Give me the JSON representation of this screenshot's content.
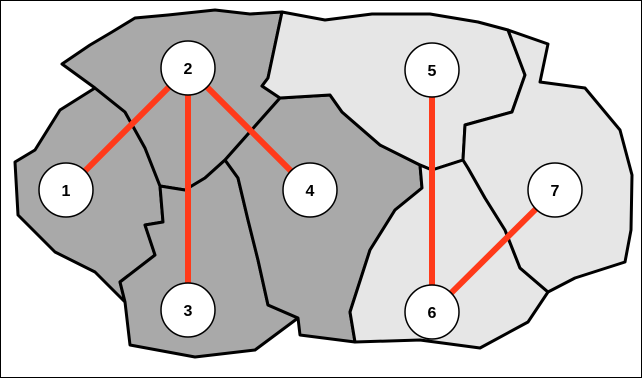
{
  "colors": {
    "background": "#ffffff",
    "region_dark": "#a9a9a9",
    "region_light": "#e6e6e6",
    "border": "#000000",
    "edge": "#ff3a1a",
    "node_fill": "#ffffff",
    "node_stroke": "#000000"
  },
  "diagram": {
    "regions": [
      {
        "id": "R1",
        "shade": "dark"
      },
      {
        "id": "R2",
        "shade": "dark"
      },
      {
        "id": "R3",
        "shade": "dark"
      },
      {
        "id": "R4",
        "shade": "dark"
      },
      {
        "id": "R5",
        "shade": "light"
      },
      {
        "id": "R6",
        "shade": "light"
      },
      {
        "id": "R7",
        "shade": "light"
      }
    ],
    "nodes": [
      {
        "id": "1",
        "label": "1"
      },
      {
        "id": "2",
        "label": "2"
      },
      {
        "id": "3",
        "label": "3"
      },
      {
        "id": "4",
        "label": "4"
      },
      {
        "id": "5",
        "label": "5"
      },
      {
        "id": "6",
        "label": "6"
      },
      {
        "id": "7",
        "label": "7"
      }
    ],
    "edges": [
      {
        "from": "2",
        "to": "1"
      },
      {
        "from": "2",
        "to": "3"
      },
      {
        "from": "2",
        "to": "4"
      },
      {
        "from": "5",
        "to": "6"
      },
      {
        "from": "6",
        "to": "7"
      }
    ]
  }
}
